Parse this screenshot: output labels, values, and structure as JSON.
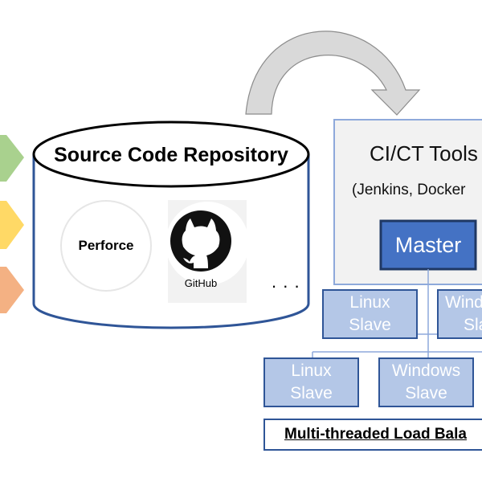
{
  "repository": {
    "title": "Source Code Repository",
    "items": [
      {
        "label": "Perforce"
      },
      {
        "label": "GitHub",
        "icon": "github-octocat-icon"
      }
    ],
    "more": ". . ."
  },
  "ci_tools": {
    "title": "CI/CT Tools",
    "subtitle": "(Jenkins, Docker",
    "master": "Master"
  },
  "slaves": {
    "row1": [
      {
        "line1": "Linux",
        "line2": "Slave"
      },
      {
        "line1": "Wind",
        "line2": "Sla"
      }
    ],
    "row2": [
      {
        "line1": "Linux",
        "line2": "Slave"
      },
      {
        "line1": "Windows",
        "line2": "Slave"
      }
    ]
  },
  "load_balancer": {
    "label": "Multi-threaded Load Bala"
  },
  "colors": {
    "border_blue": "#2f5597",
    "master_fill": "#4472c4",
    "slave_fill": "#b4c7e7",
    "slave_text": "#ffffff",
    "panel_fill": "#f2f2f2",
    "arrow_fill": "#d9d9d9",
    "arrow_green": "#a9d18e",
    "arrow_yellow": "#ffd966",
    "arrow_red": "#f4b183"
  }
}
